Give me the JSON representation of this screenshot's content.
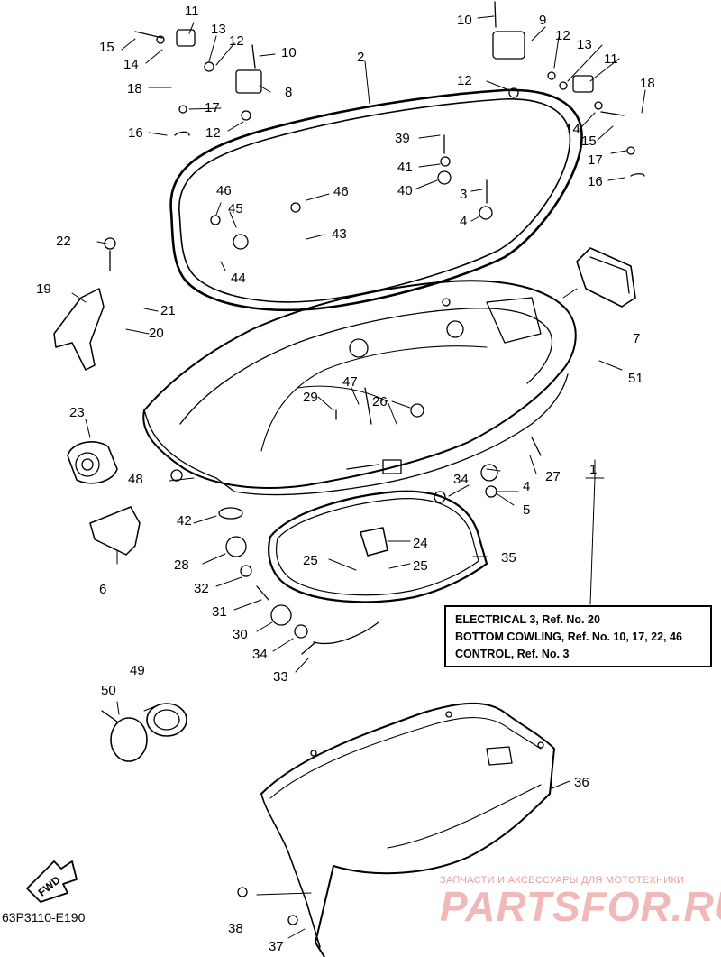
{
  "callouts": [
    {
      "id": "c1",
      "text": "1"
    },
    {
      "id": "c2",
      "text": "2"
    },
    {
      "id": "c3",
      "text": "3"
    },
    {
      "id": "c4a",
      "text": "4"
    },
    {
      "id": "c4b",
      "text": "4"
    },
    {
      "id": "c5",
      "text": "5"
    },
    {
      "id": "c6",
      "text": "6"
    },
    {
      "id": "c7",
      "text": "7"
    },
    {
      "id": "c8",
      "text": "8"
    },
    {
      "id": "c9",
      "text": "9"
    },
    {
      "id": "c10a",
      "text": "10"
    },
    {
      "id": "c10b",
      "text": "10"
    },
    {
      "id": "c11a",
      "text": "11"
    },
    {
      "id": "c11b",
      "text": "11"
    },
    {
      "id": "c12a",
      "text": "12"
    },
    {
      "id": "c12b",
      "text": "12"
    },
    {
      "id": "c12c",
      "text": "12"
    },
    {
      "id": "c12d",
      "text": "12"
    },
    {
      "id": "c13a",
      "text": "13"
    },
    {
      "id": "c13b",
      "text": "13"
    },
    {
      "id": "c14a",
      "text": "14"
    },
    {
      "id": "c14b",
      "text": "14"
    },
    {
      "id": "c15a",
      "text": "15"
    },
    {
      "id": "c15b",
      "text": "15"
    },
    {
      "id": "c16a",
      "text": "16"
    },
    {
      "id": "c16b",
      "text": "16"
    },
    {
      "id": "c17a",
      "text": "17"
    },
    {
      "id": "c17b",
      "text": "17"
    },
    {
      "id": "c18a",
      "text": "18"
    },
    {
      "id": "c18b",
      "text": "18"
    },
    {
      "id": "c19",
      "text": "19"
    },
    {
      "id": "c20",
      "text": "20"
    },
    {
      "id": "c21",
      "text": "21"
    },
    {
      "id": "c22",
      "text": "22"
    },
    {
      "id": "c23",
      "text": "23"
    },
    {
      "id": "c24",
      "text": "24"
    },
    {
      "id": "c25a",
      "text": "25"
    },
    {
      "id": "c25b",
      "text": "25"
    },
    {
      "id": "c26",
      "text": "26"
    },
    {
      "id": "c27",
      "text": "27"
    },
    {
      "id": "c28",
      "text": "28"
    },
    {
      "id": "c29",
      "text": "29"
    },
    {
      "id": "c30",
      "text": "30"
    },
    {
      "id": "c31",
      "text": "31"
    },
    {
      "id": "c32",
      "text": "32"
    },
    {
      "id": "c33",
      "text": "33"
    },
    {
      "id": "c34a",
      "text": "34"
    },
    {
      "id": "c34b",
      "text": "34"
    },
    {
      "id": "c35",
      "text": "35"
    },
    {
      "id": "c36",
      "text": "36"
    },
    {
      "id": "c37",
      "text": "37"
    },
    {
      "id": "c38",
      "text": "38"
    },
    {
      "id": "c39",
      "text": "39"
    },
    {
      "id": "c40",
      "text": "40"
    },
    {
      "id": "c41",
      "text": "41"
    },
    {
      "id": "c42",
      "text": "42"
    },
    {
      "id": "c43",
      "text": "43"
    },
    {
      "id": "c44",
      "text": "44"
    },
    {
      "id": "c45",
      "text": "45"
    },
    {
      "id": "c46a",
      "text": "46"
    },
    {
      "id": "c46b",
      "text": "46"
    },
    {
      "id": "c47",
      "text": "47"
    },
    {
      "id": "c48",
      "text": "48"
    },
    {
      "id": "c49",
      "text": "49"
    },
    {
      "id": "c50",
      "text": "50"
    },
    {
      "id": "c51",
      "text": "51"
    }
  ],
  "reference_box": {
    "lines": [
      "ELECTRICAL 3,  Ref. No. 20",
      "BOTTOM COWLING,  Ref. No. 10, 17, 22, 46",
      "CONTROL,  Ref. No. 3"
    ]
  },
  "fwd_label": "FWD",
  "diagram_code": "63P3110-E190",
  "watermark": {
    "tagline": "ЗАПЧАСТИ И АКСЕССУАРЫ ДЛЯ МОТОТЕХНИКИ",
    "logo": "PARTSFOR.RU"
  }
}
